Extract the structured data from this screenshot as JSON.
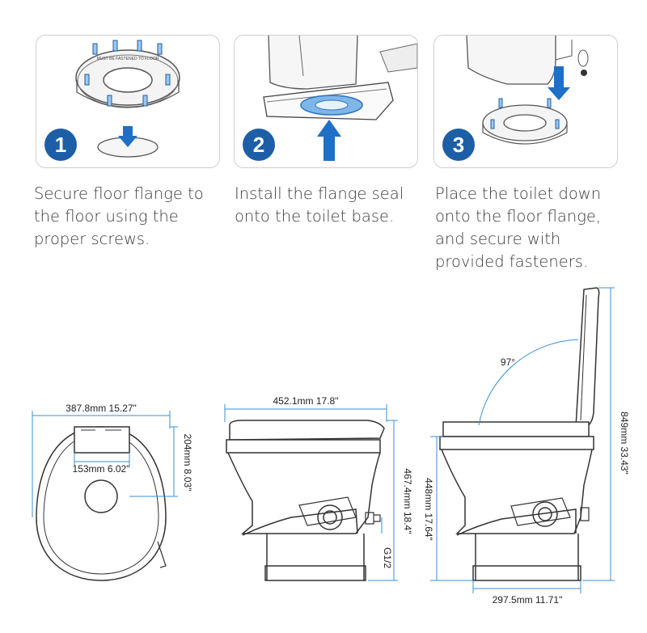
{
  "steps": [
    {
      "number": "1",
      "text": "Secure floor flange to the floor using the proper screws."
    },
    {
      "number": "2",
      "text": "Install the flange seal onto the toilet base."
    },
    {
      "number": "3",
      "text": "Place the toilet down onto the floor flange, and secure with provided fasteners."
    }
  ],
  "flange_ring_text": "MUST BE FASTENED TO FLOOR",
  "dimensions": {
    "top_width": "387.8mm 15.27\"",
    "top_depth": "204mm 8.03\"",
    "top_inner": "153mm 6.02\"",
    "side_width": "452.1mm 17.8\"",
    "side_height": "467.4mm 18.4\"",
    "inlet": "G1/2",
    "front_height": "448mm 17.64\"",
    "total_height": "849mm 33.43\"",
    "base_width": "297.5mm 11.71\"",
    "seat_angle": "97°"
  },
  "colors": {
    "accent": "#1d5fa6",
    "arrow": "#1e6fc6",
    "seal": "#7fb6e8",
    "dimension": "#3a8fd6"
  }
}
